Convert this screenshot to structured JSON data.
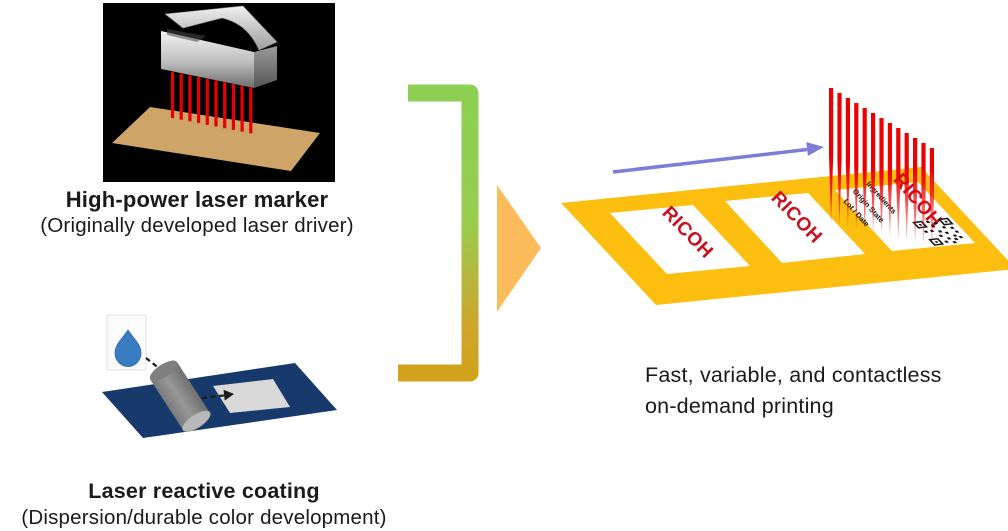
{
  "figure": {
    "marker": {
      "title": "High-power laser marker",
      "subtitle": "(Originally developed laser driver)"
    },
    "coating": {
      "title": "Laser reactive coating",
      "subtitle": "(Dispersion/durable color development)"
    },
    "result": {
      "line1": "Fast, variable, and contactless",
      "line2": "on-demand printing"
    },
    "brand": "RICOH",
    "label_lines": {
      "line1": "Ingredients",
      "line2": "Origin State",
      "line3": "Lot / Date"
    },
    "colors": {
      "web_yellow": "#FCBE0F",
      "laser_red": "#EE0000",
      "beam_red": "#E60000",
      "brand_red": "#C8101E",
      "bracket_green": "#8DD053",
      "bracket_gold": "#D3A118",
      "arrow_orange": "#FBBD5B",
      "flow_purple": "#7D7DD8",
      "navy": "#17396B",
      "droplet_blue": "#3A7CC2",
      "board_tan": "#CFA468"
    }
  }
}
